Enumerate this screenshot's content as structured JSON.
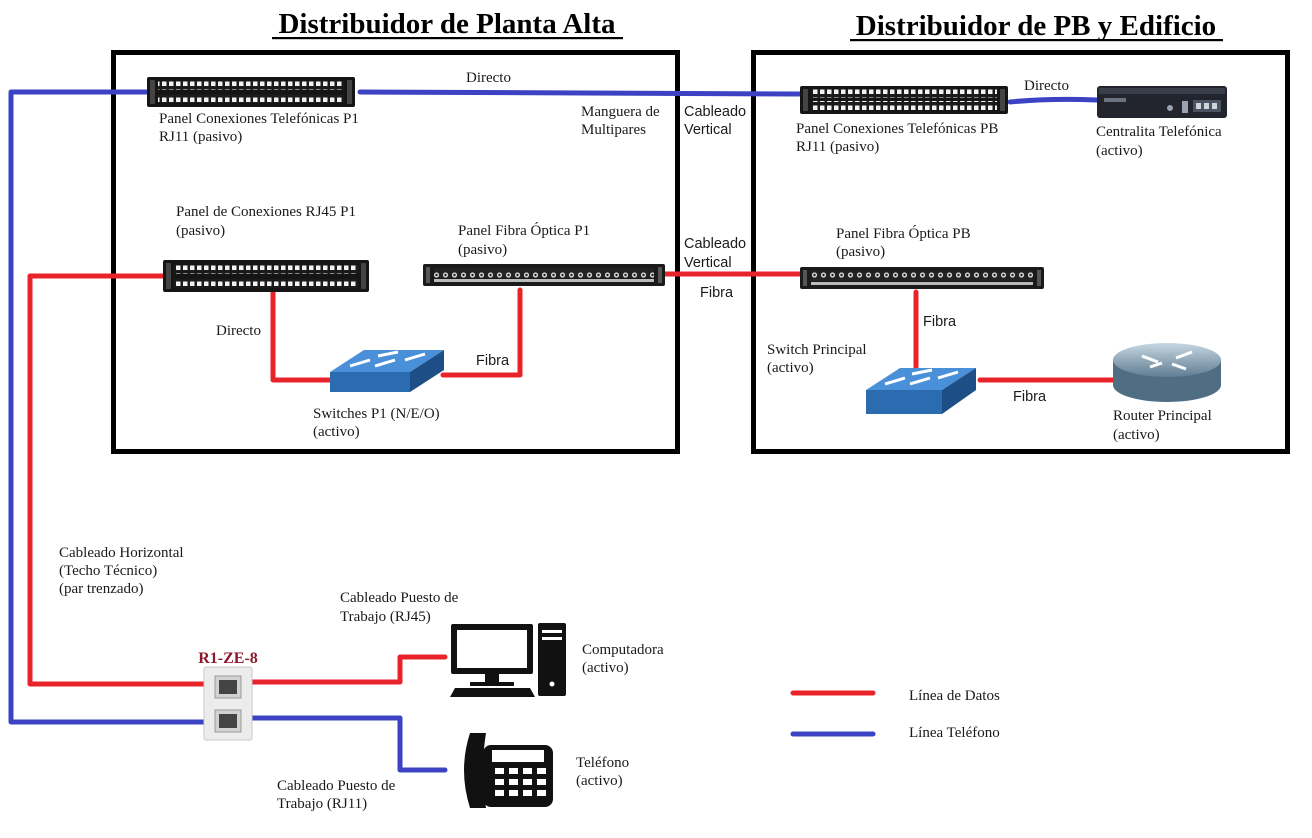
{
  "titles": {
    "upper_floor": "Distribuidor de Planta Alta",
    "ground_floor": "Distribuidor de PB y Edificio"
  },
  "devices": {
    "phone_panel_p1": [
      "Panel Conexiones Telefónicas P1",
      "RJ11 (pasivo)"
    ],
    "rj45_panel_p1": [
      "Panel de Conexiones RJ45 P1",
      "(pasivo)"
    ],
    "fiber_panel_p1": [
      "Panel Fibra Óptica P1",
      "(pasivo)"
    ],
    "switches_p1": [
      "Switches P1 (N/E/O)",
      "(activo)"
    ],
    "phone_panel_pb": [
      "Panel Conexiones Telefónicas PB",
      "RJ11 (pasivo)"
    ],
    "pbx": [
      "Centralita Telefónica",
      "(activo)"
    ],
    "fiber_panel_pb": [
      "Panel Fibra Óptica PB",
      "(pasivo)"
    ],
    "main_switch": [
      "Switch Principal",
      "(activo)"
    ],
    "main_router": [
      "Router Principal",
      "(activo)"
    ],
    "computer": [
      "Computadora",
      "(activo)"
    ],
    "telephone": [
      "Teléfono",
      "(activo)"
    ],
    "outlet": "R1-ZE-8"
  },
  "links": {
    "direct_top": "Directo",
    "direct_pbx": "Directo",
    "direct_switch": "Directo",
    "multipair": [
      "Manguera de",
      "Multipares"
    ],
    "vertical_phone": [
      "Cableado",
      "Vertical"
    ],
    "vertical_fiber": [
      "Cableado",
      "Vertical"
    ],
    "fiber_vertical": "Fibra",
    "fiber_p1": "Fibra",
    "fiber_pb_switch": "Fibra",
    "fiber_router": "Fibra",
    "horizontal": [
      "Cableado Horizontal",
      "(Techo Técnico)",
      "(par trenzado)"
    ],
    "workstation_rj45": [
      "Cableado Puesto de",
      "Trabajo (RJ45)"
    ],
    "workstation_rj11": [
      "Cableado Puesto de",
      "Trabajo (RJ11)"
    ]
  },
  "legend": {
    "data_line": "Línea de Datos",
    "phone_line": "Línea Teléfono"
  },
  "colors": {
    "data_line": "#e8232a",
    "phone_line": "#3b43c4",
    "outlet_title": "#8b1a2b",
    "switch": "#2b6cb0"
  }
}
